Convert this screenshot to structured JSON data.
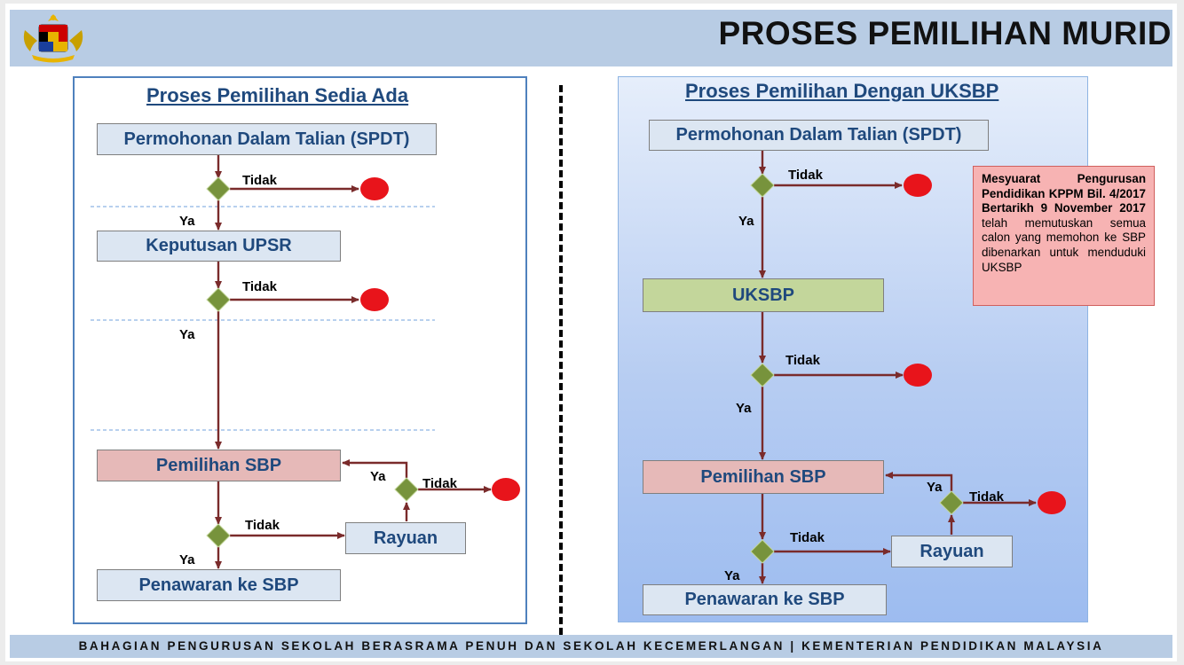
{
  "header": {
    "title": "PROSES PEMILIHAN MURID"
  },
  "footer": {
    "text": "BAHAGIAN PENGURUSAN SEKOLAH BERASRAMA PENUH DAN SEKOLAH KECEMERLANGAN | KEMENTERIAN PENDIDIKAN MALAYSIA"
  },
  "left": {
    "title": "Proses Pemilihan Sedia Ada",
    "box_spdt": "Permohonan Dalam Talian (SPDT)",
    "box_upsr": "Keputusan UPSR",
    "box_sbp": "Pemilihan SBP",
    "box_rayuan": "Rayuan",
    "box_tawaran": "Penawaran ke SBP",
    "tidak_1": "Tidak",
    "ya_1": "Ya",
    "tidak_2": "Tidak",
    "ya_2": "Ya",
    "ya_rayuan": "Ya",
    "tidak_rayuan": "Tidak",
    "tidak_3": "Tidak",
    "ya_3": "Ya"
  },
  "right": {
    "title": "Proses Pemilihan Dengan UKSBP",
    "box_spdt": "Permohonan Dalam Talian (SPDT)",
    "box_uksbp": "UKSBP",
    "box_sbp": "Pemilihan SBP",
    "box_rayuan": "Rayuan",
    "box_tawaran": "Penawaran ke SBP",
    "tidak_1": "Tidak",
    "ya_1": "Ya",
    "tidak_2": "Tidak",
    "ya_2": "Ya",
    "ya_rayuan": "Ya",
    "tidak_rayuan": "Tidak",
    "tidak_3": "Tidak",
    "ya_3": "Ya",
    "note_bold": "Mesyuarat Pengurusan Pendidikan KPPM Bil. 4/2017 Bertarikh 9 November 2017",
    "note_rest": "telah memutuskan semua calon yang memohon ke SBP dibenarkan untuk menduduki UKSBP"
  },
  "colors": {
    "header_bg": "#b8cce4",
    "box_blue": "#dce6f2",
    "box_pink": "#e6b9b8",
    "box_green": "#c3d69b",
    "decision_diamond": "#77933c",
    "end_circle": "#e8141b",
    "arrow": "#7a2b2b",
    "note_bg": "#f7b3b3",
    "title_text": "#1f497d"
  },
  "icons": {
    "logo": "malaysia-coat-of-arms-icon"
  }
}
